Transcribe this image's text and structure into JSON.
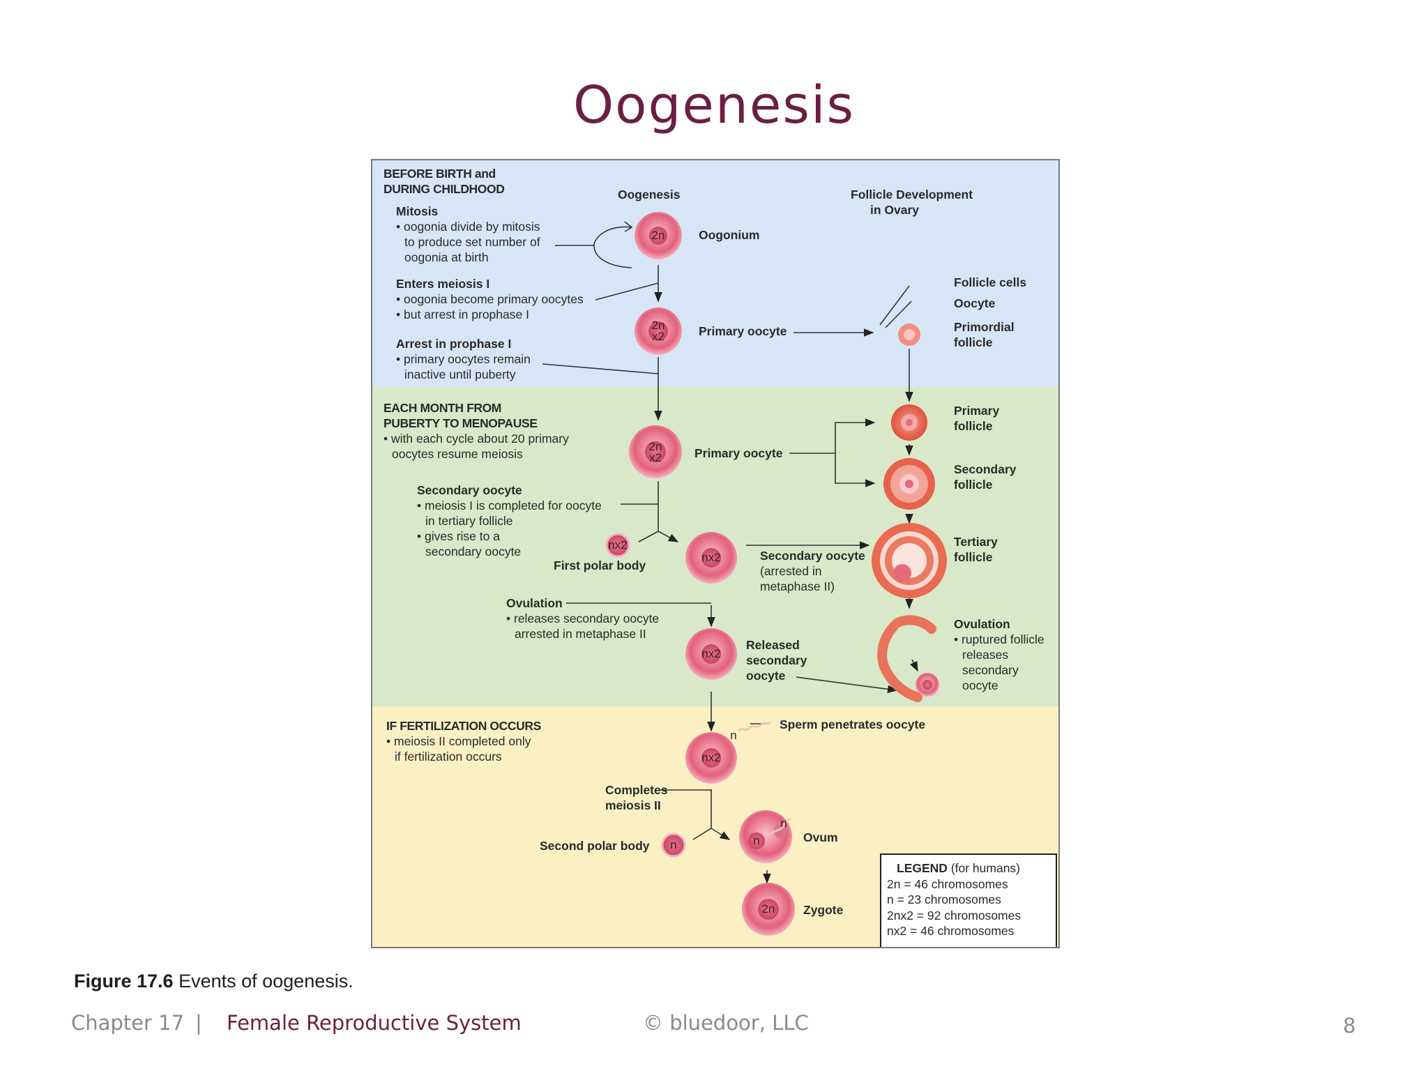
{
  "slide": {
    "title": "Oogenesis",
    "page_number": "8"
  },
  "figure": {
    "col_oogenesis": "Oogenesis",
    "col_follicle": [
      "Follicle Development",
      "in Ovary"
    ],
    "sec1": {
      "header": [
        "BEFORE BIRTH and",
        "DURING CHILDHOOD"
      ],
      "mitosis_title": "Mitosis",
      "mitosis_body": [
        "• oogonia divide by mitosis",
        "to produce set number of",
        "oogonia at birth"
      ],
      "meiosis_title": "Enters meiosis I",
      "meiosis_body": [
        "• oogonia become primary oocytes",
        "• but arrest in prophase I"
      ],
      "arrest_title": "Arrest in prophase I",
      "arrest_body": [
        "• primary oocytes remain",
        "inactive until puberty"
      ]
    },
    "sec2": {
      "header": [
        "EACH MONTH FROM",
        "PUBERTY TO MENOPAUSE"
      ],
      "body": [
        "• with each cycle about 20 primary",
        "oocytes resume meiosis"
      ],
      "sec_title": "Secondary oocyte",
      "sec_body": [
        "• meiosis I is completed for oocyte",
        "in tertiary follicle",
        "• gives rise to a",
        "secondary oocyte"
      ],
      "ovulation_title": "Ovulation",
      "ovulation_body": [
        "• releases secondary oocyte",
        "arrested in metaphase II"
      ]
    },
    "sec3": {
      "header": "IF FERTILIZATION OCCURS",
      "body": [
        "• meiosis II completed only",
        "if fertilization occurs"
      ],
      "completes": [
        "Completes",
        "meiosis II"
      ]
    },
    "cell_labels": {
      "oogonium": "Oogonium",
      "primary_oocyte": "Primary oocyte",
      "primary_oocyte2": "Primary oocyte",
      "first_polar_body": "First polar body",
      "secondary_oocyte": [
        "Secondary oocyte",
        "(arrested in",
        "metaphase II)"
      ],
      "released": [
        "Released",
        "secondary",
        "oocyte"
      ],
      "sperm": "Sperm penetrates oocyte",
      "second_polar_body": "Second polar body",
      "ovum": "Ovum",
      "zygote": "Zygote"
    },
    "follicle_labels": {
      "follicle_cells": "Follicle cells",
      "oocyte": "Oocyte",
      "primordial": [
        "Primordial",
        "follicle"
      ],
      "primary": [
        "Primary",
        "follicle"
      ],
      "secondary": [
        "Secondary",
        "follicle"
      ],
      "tertiary": [
        "Tertiary",
        "follicle"
      ],
      "ovulation_title": "Ovulation",
      "ovulation_body": [
        "• ruptured follicle",
        "releases",
        "secondary",
        "oocyte"
      ]
    },
    "ploidy": {
      "p2n": "2n",
      "p2nx2_a": "2n",
      "p2nx2_b": "x2",
      "nx2": "nx2",
      "n": "n"
    },
    "legend": {
      "title": "LEGEND",
      "title_note": "(for humans)",
      "lines": [
        "2n = 46 chromosomes",
        "n = 23 chromosomes",
        "2nx2 = 92 chromosomes",
        "nx2 = 46 chromosomes"
      ]
    }
  },
  "caption": {
    "label": "Figure 17.6",
    "text": " Events of oogenesis."
  },
  "footer": {
    "chapter": "Chapter 17",
    "separator": "|",
    "topic": "Female Reproductive System",
    "copyright": "© bluedoor, LLC"
  },
  "colors": {
    "title": "#6b1f42",
    "band_blue": "#d7e6f6",
    "band_green": "#d8e8c8",
    "band_yellow": "#faf0c4",
    "cell": "#e2607a"
  }
}
